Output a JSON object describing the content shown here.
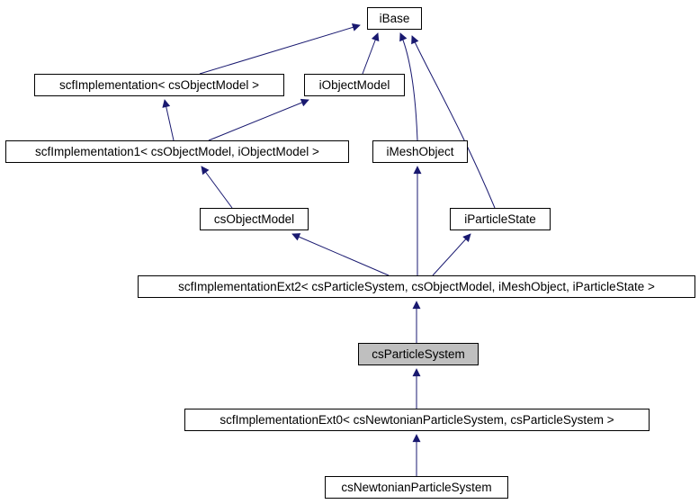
{
  "diagram": {
    "kind": "class-inheritance-graph",
    "highlighted_class": "csParticleSystem",
    "colors": {
      "background": "#ffffff",
      "node_border": "#000000",
      "node_fill": "#ffffff",
      "highlight_fill": "#bfbfbf",
      "edge": "#191970",
      "text": "#000000"
    },
    "nodes": [
      {
        "id": "iBase",
        "label": "iBase",
        "highlighted": false
      },
      {
        "id": "scfImplementation",
        "label": "scfImplementation< csObjectModel >",
        "highlighted": false
      },
      {
        "id": "iObjectModel",
        "label": "iObjectModel",
        "highlighted": false
      },
      {
        "id": "scfImplementation1",
        "label": "scfImplementation1< csObjectModel, iObjectModel >",
        "highlighted": false
      },
      {
        "id": "iMeshObject",
        "label": "iMeshObject",
        "highlighted": false
      },
      {
        "id": "csObjectModel",
        "label": "csObjectModel",
        "highlighted": false
      },
      {
        "id": "iParticleState",
        "label": "iParticleState",
        "highlighted": false
      },
      {
        "id": "scfImplementationExt2",
        "label": "scfImplementationExt2< csParticleSystem, csObjectModel, iMeshObject, iParticleState >",
        "highlighted": false
      },
      {
        "id": "csParticleSystem",
        "label": "csParticleSystem",
        "highlighted": true
      },
      {
        "id": "scfImplementationExt0",
        "label": "scfImplementationExt0< csNewtonianParticleSystem, csParticleSystem >",
        "highlighted": false
      },
      {
        "id": "csNewtonianParticleSystem",
        "label": "csNewtonianParticleSystem",
        "highlighted": false
      }
    ],
    "edges": [
      {
        "from": "scfImplementation",
        "to": "iBase"
      },
      {
        "from": "iObjectModel",
        "to": "iBase"
      },
      {
        "from": "iMeshObject",
        "to": "iBase"
      },
      {
        "from": "iParticleState",
        "to": "iBase"
      },
      {
        "from": "scfImplementation1",
        "to": "scfImplementation"
      },
      {
        "from": "scfImplementation1",
        "to": "iObjectModel"
      },
      {
        "from": "csObjectModel",
        "to": "scfImplementation1"
      },
      {
        "from": "scfImplementationExt2",
        "to": "csObjectModel"
      },
      {
        "from": "scfImplementationExt2",
        "to": "iMeshObject"
      },
      {
        "from": "scfImplementationExt2",
        "to": "iParticleState"
      },
      {
        "from": "csParticleSystem",
        "to": "scfImplementationExt2"
      },
      {
        "from": "scfImplementationExt0",
        "to": "csParticleSystem"
      },
      {
        "from": "csNewtonianParticleSystem",
        "to": "scfImplementationExt0"
      }
    ]
  }
}
